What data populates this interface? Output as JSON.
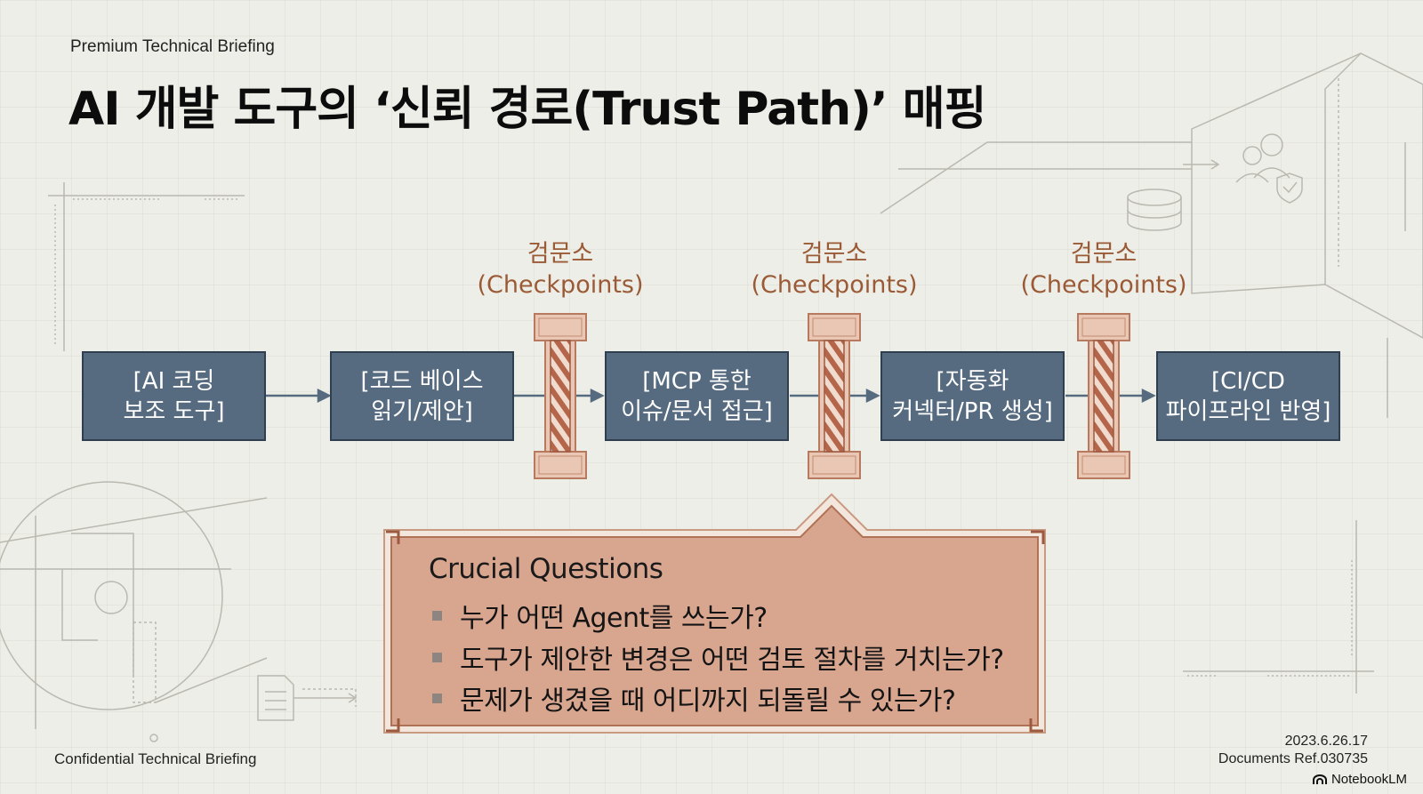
{
  "header": {
    "eyebrow": "Premium Technical Briefing",
    "title": "AI 개발 도구의 ‘신뢰 경로(Trust Path)’ 매핑"
  },
  "flow": {
    "steps": [
      {
        "line1": "[AI 코딩",
        "line2": "보조 도구]"
      },
      {
        "line1": "[코드 베이스",
        "line2": "읽기/제안]"
      },
      {
        "line1": "[MCP 통한",
        "line2": "이슈/문서 접근]"
      },
      {
        "line1": "[자동화",
        "line2": "커넥터/PR 생성]"
      },
      {
        "line1": "[CI/CD",
        "line2": "파이프라인 반영]"
      }
    ],
    "checkpoints": [
      {
        "line1": "검문소",
        "line2": "(Checkpoints)"
      },
      {
        "line1": "검문소",
        "line2": "(Checkpoints)"
      },
      {
        "line1": "검문소",
        "line2": "(Checkpoints)"
      }
    ]
  },
  "questions": {
    "title": "Crucial Questions",
    "items": [
      "누가 어떤 Agent를 쓰는가?",
      "도구가 제안한 변경은 어떤 검토 절차를 거치는가?",
      "문제가 생겼을 때 어디까지 되돌릴 수 있는가?"
    ]
  },
  "footer": {
    "left": "Confidential Technical Briefing",
    "date": "2023.6.26.17",
    "ref": "Documents Ref.030735",
    "brand": "NotebookLM"
  },
  "colors": {
    "step_fill": "#566b7f",
    "checkpoint": "#b87a5e",
    "callout_fill": "#d8a58f",
    "accent_text": "#9a5a36"
  }
}
